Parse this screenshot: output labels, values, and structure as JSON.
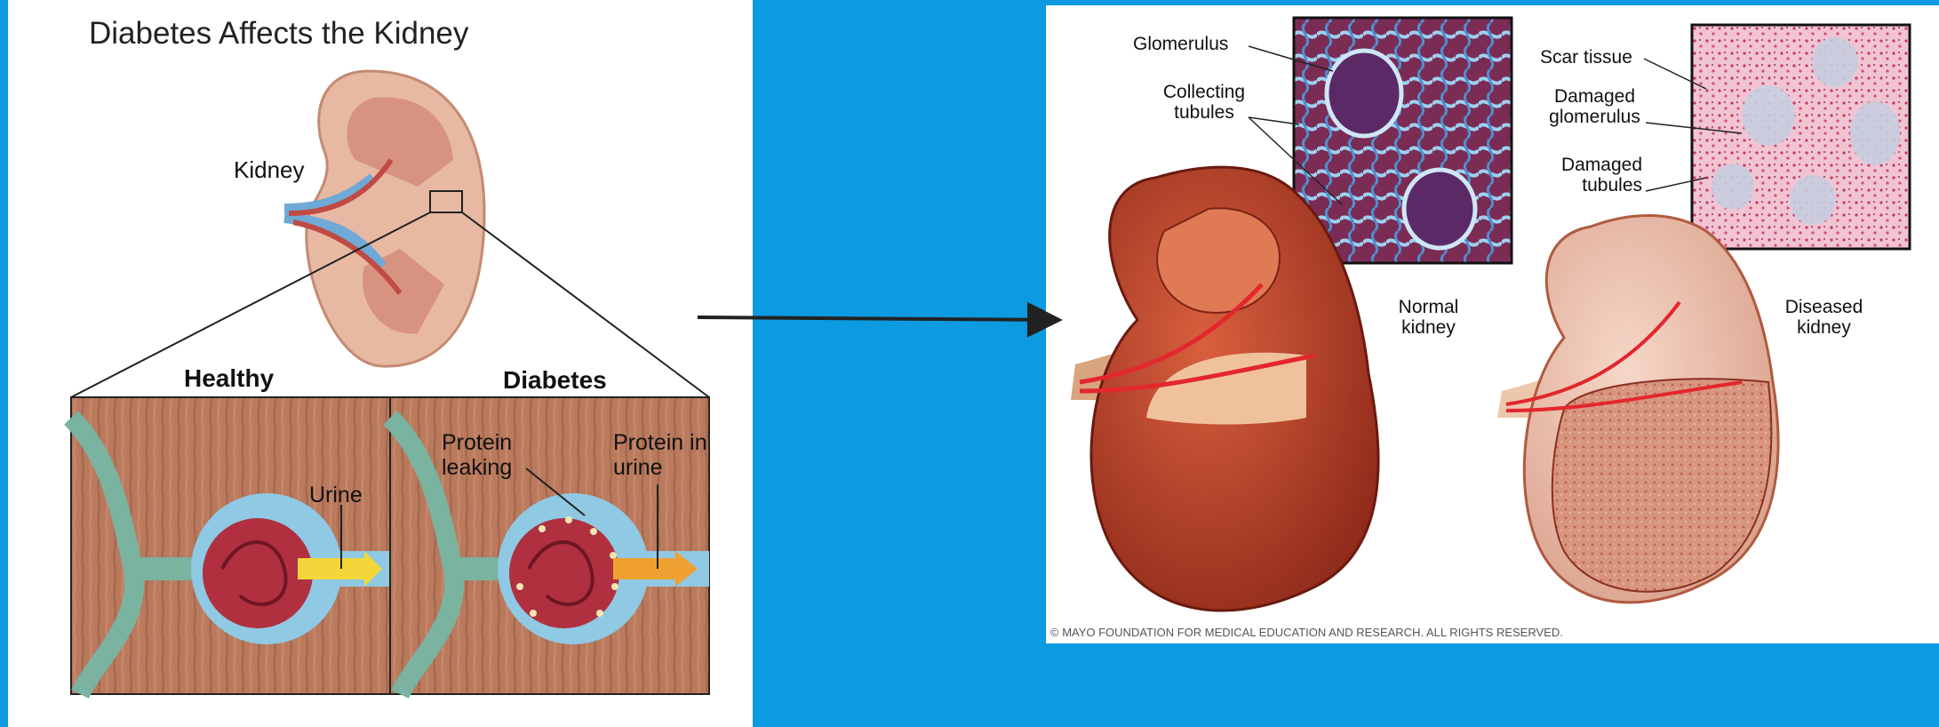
{
  "left_figure": {
    "title": "Diabetes Affects the Kidney",
    "kidney_label": "Kidney",
    "healthy_header": "Healthy",
    "diabetes_header": "Diabetes",
    "urine_label": "Urine",
    "protein_leaking_label": "Protein leaking",
    "protein_in_urine_label": "Protein in urine"
  },
  "right_figure": {
    "glomerulus_label": "Glomerulus",
    "collecting_tubules_label": "Collecting tubules",
    "scar_tissue_label": "Scar tissue",
    "damaged_glomerulus_label": "Damaged glomerulus",
    "damaged_tubules_label": "Damaged tubules",
    "normal_kidney_label": "Normal kidney",
    "diseased_kidney_label": "Diseased kidney",
    "copyright": "© MAYO FOUNDATION FOR MEDICAL EDUCATION AND RESEARCH. ALL RIGHTS RESERVED."
  },
  "colors": {
    "background": "#0c9ae0",
    "panel": "#ffffff",
    "kidney_tissue": "#b5533a",
    "muscle": "#b97a5e",
    "vessel_blue": "#8fc9e3",
    "glomerulus_red": "#b03040",
    "urine_yellow": "#f2d63a",
    "protein_orange": "#f0a030",
    "stain_blue": "#3a7fc0",
    "stain_pink": "#d84a7a"
  }
}
